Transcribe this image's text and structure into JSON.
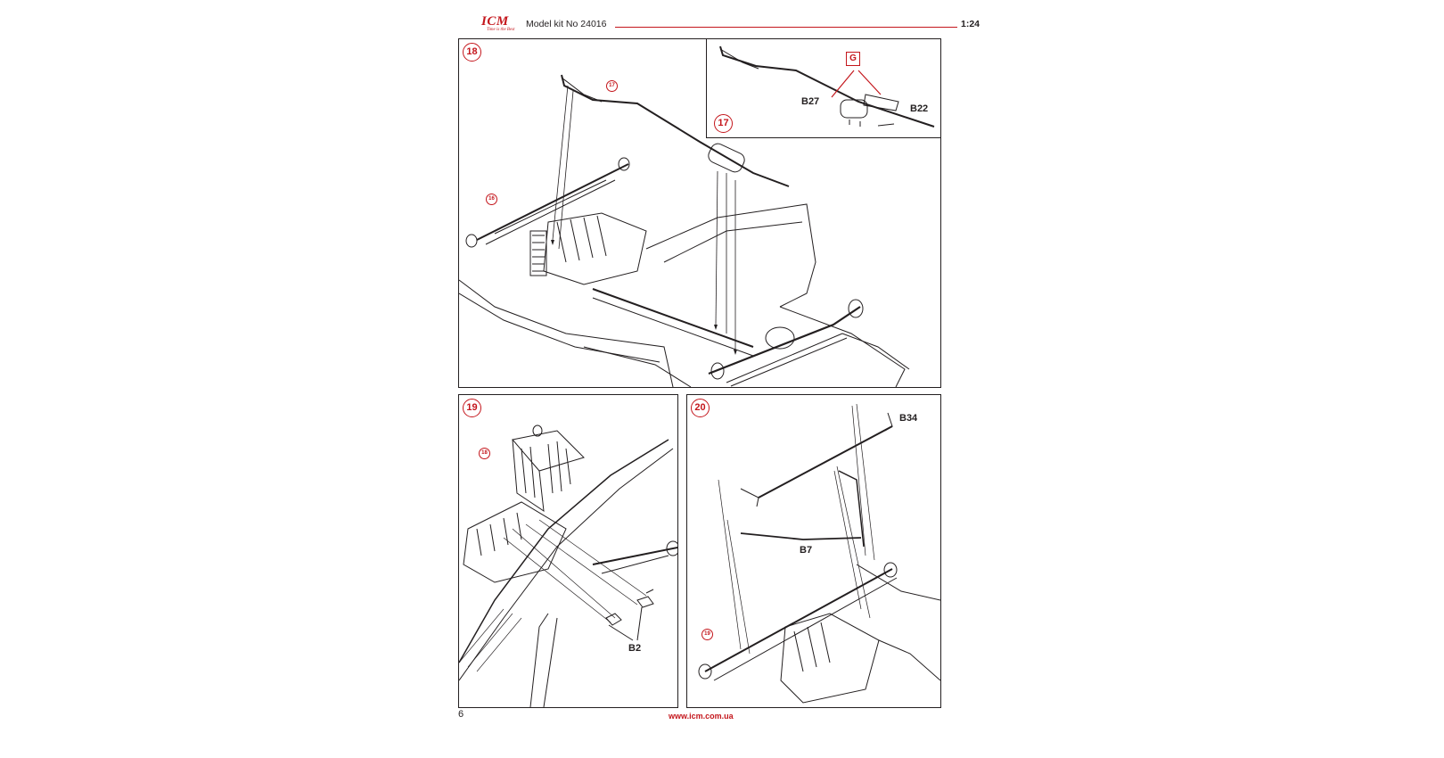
{
  "header": {
    "logo_text": "ICM",
    "logo_tagline": "Time is the Best",
    "kit_label": "Model kit No 24016",
    "scale": "1:24"
  },
  "steps": {
    "step18": {
      "number": "18",
      "ref_17": "17",
      "ref_16": "16"
    },
    "step17": {
      "number": "17",
      "sprue": "G",
      "parts": [
        "B27",
        "B22"
      ]
    },
    "step19": {
      "number": "19",
      "ref_18": "18",
      "parts": [
        "B2"
      ]
    },
    "step20": {
      "number": "20",
      "ref_19": "19",
      "parts": [
        "B34",
        "B7"
      ]
    }
  },
  "footer": {
    "page_number": "6",
    "website": "www.icm.com.ua"
  },
  "colors": {
    "accent": "#c4161c",
    "ink": "#231f20"
  }
}
